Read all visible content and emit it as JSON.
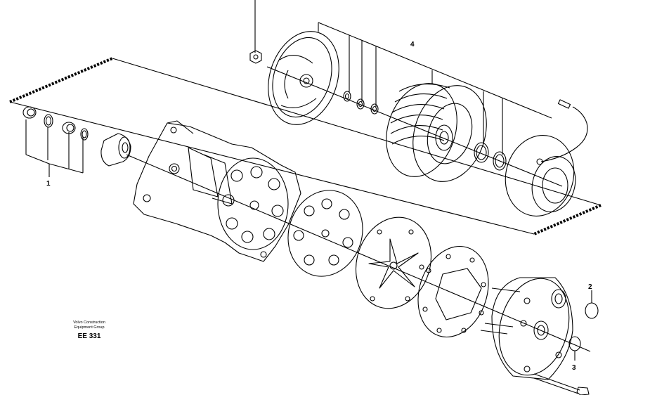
{
  "callouts": {
    "c1": "1",
    "c2": "2",
    "c3": "3",
    "c4": "4"
  },
  "caption": {
    "line1": "Volvo Construction",
    "line2": "Equipment Group",
    "code": "EE 331"
  },
  "colors": {
    "line": "#000000",
    "paper": "#ffffff"
  }
}
